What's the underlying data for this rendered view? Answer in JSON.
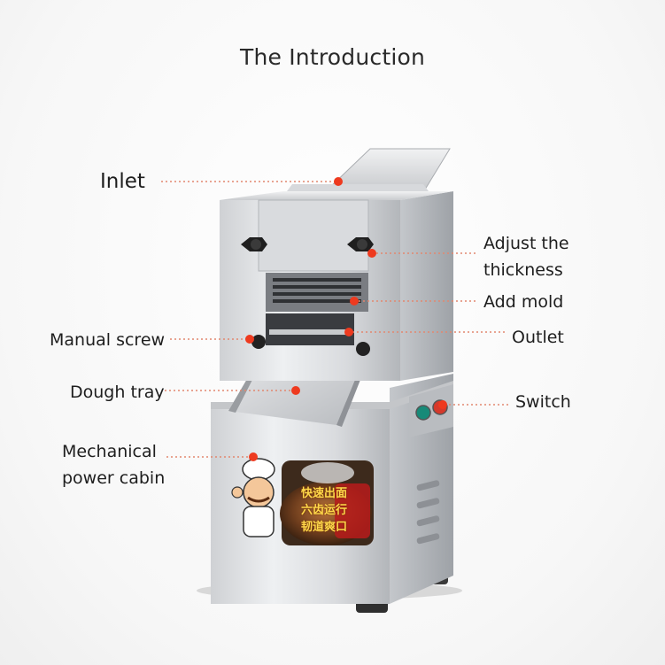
{
  "title": "The Introduction",
  "colors": {
    "accent_dot": "#ee3a1f",
    "leader_line": "#e2876f",
    "steel_light": "#e4e5e7",
    "steel_dark": "#8c8f94"
  },
  "labels": {
    "inlet": "Inlet",
    "adjust_thickness_line1": "Adjust the",
    "adjust_thickness_line2": "thickness",
    "add_mold": "Add mold",
    "manual_screw": "Manual screw",
    "outlet": "Outlet",
    "dough_tray": "Dough tray",
    "switch": "Switch",
    "mechanical_line1": "Mechanical",
    "mechanical_line2": "power cabin"
  },
  "sticker": {
    "line1": "快速出面",
    "line2": "六齿运行",
    "line3": "韧道爽口"
  },
  "icons": [
    "chef-mascot-icon",
    "power-switch-icon",
    "adjust-knob-icon"
  ]
}
